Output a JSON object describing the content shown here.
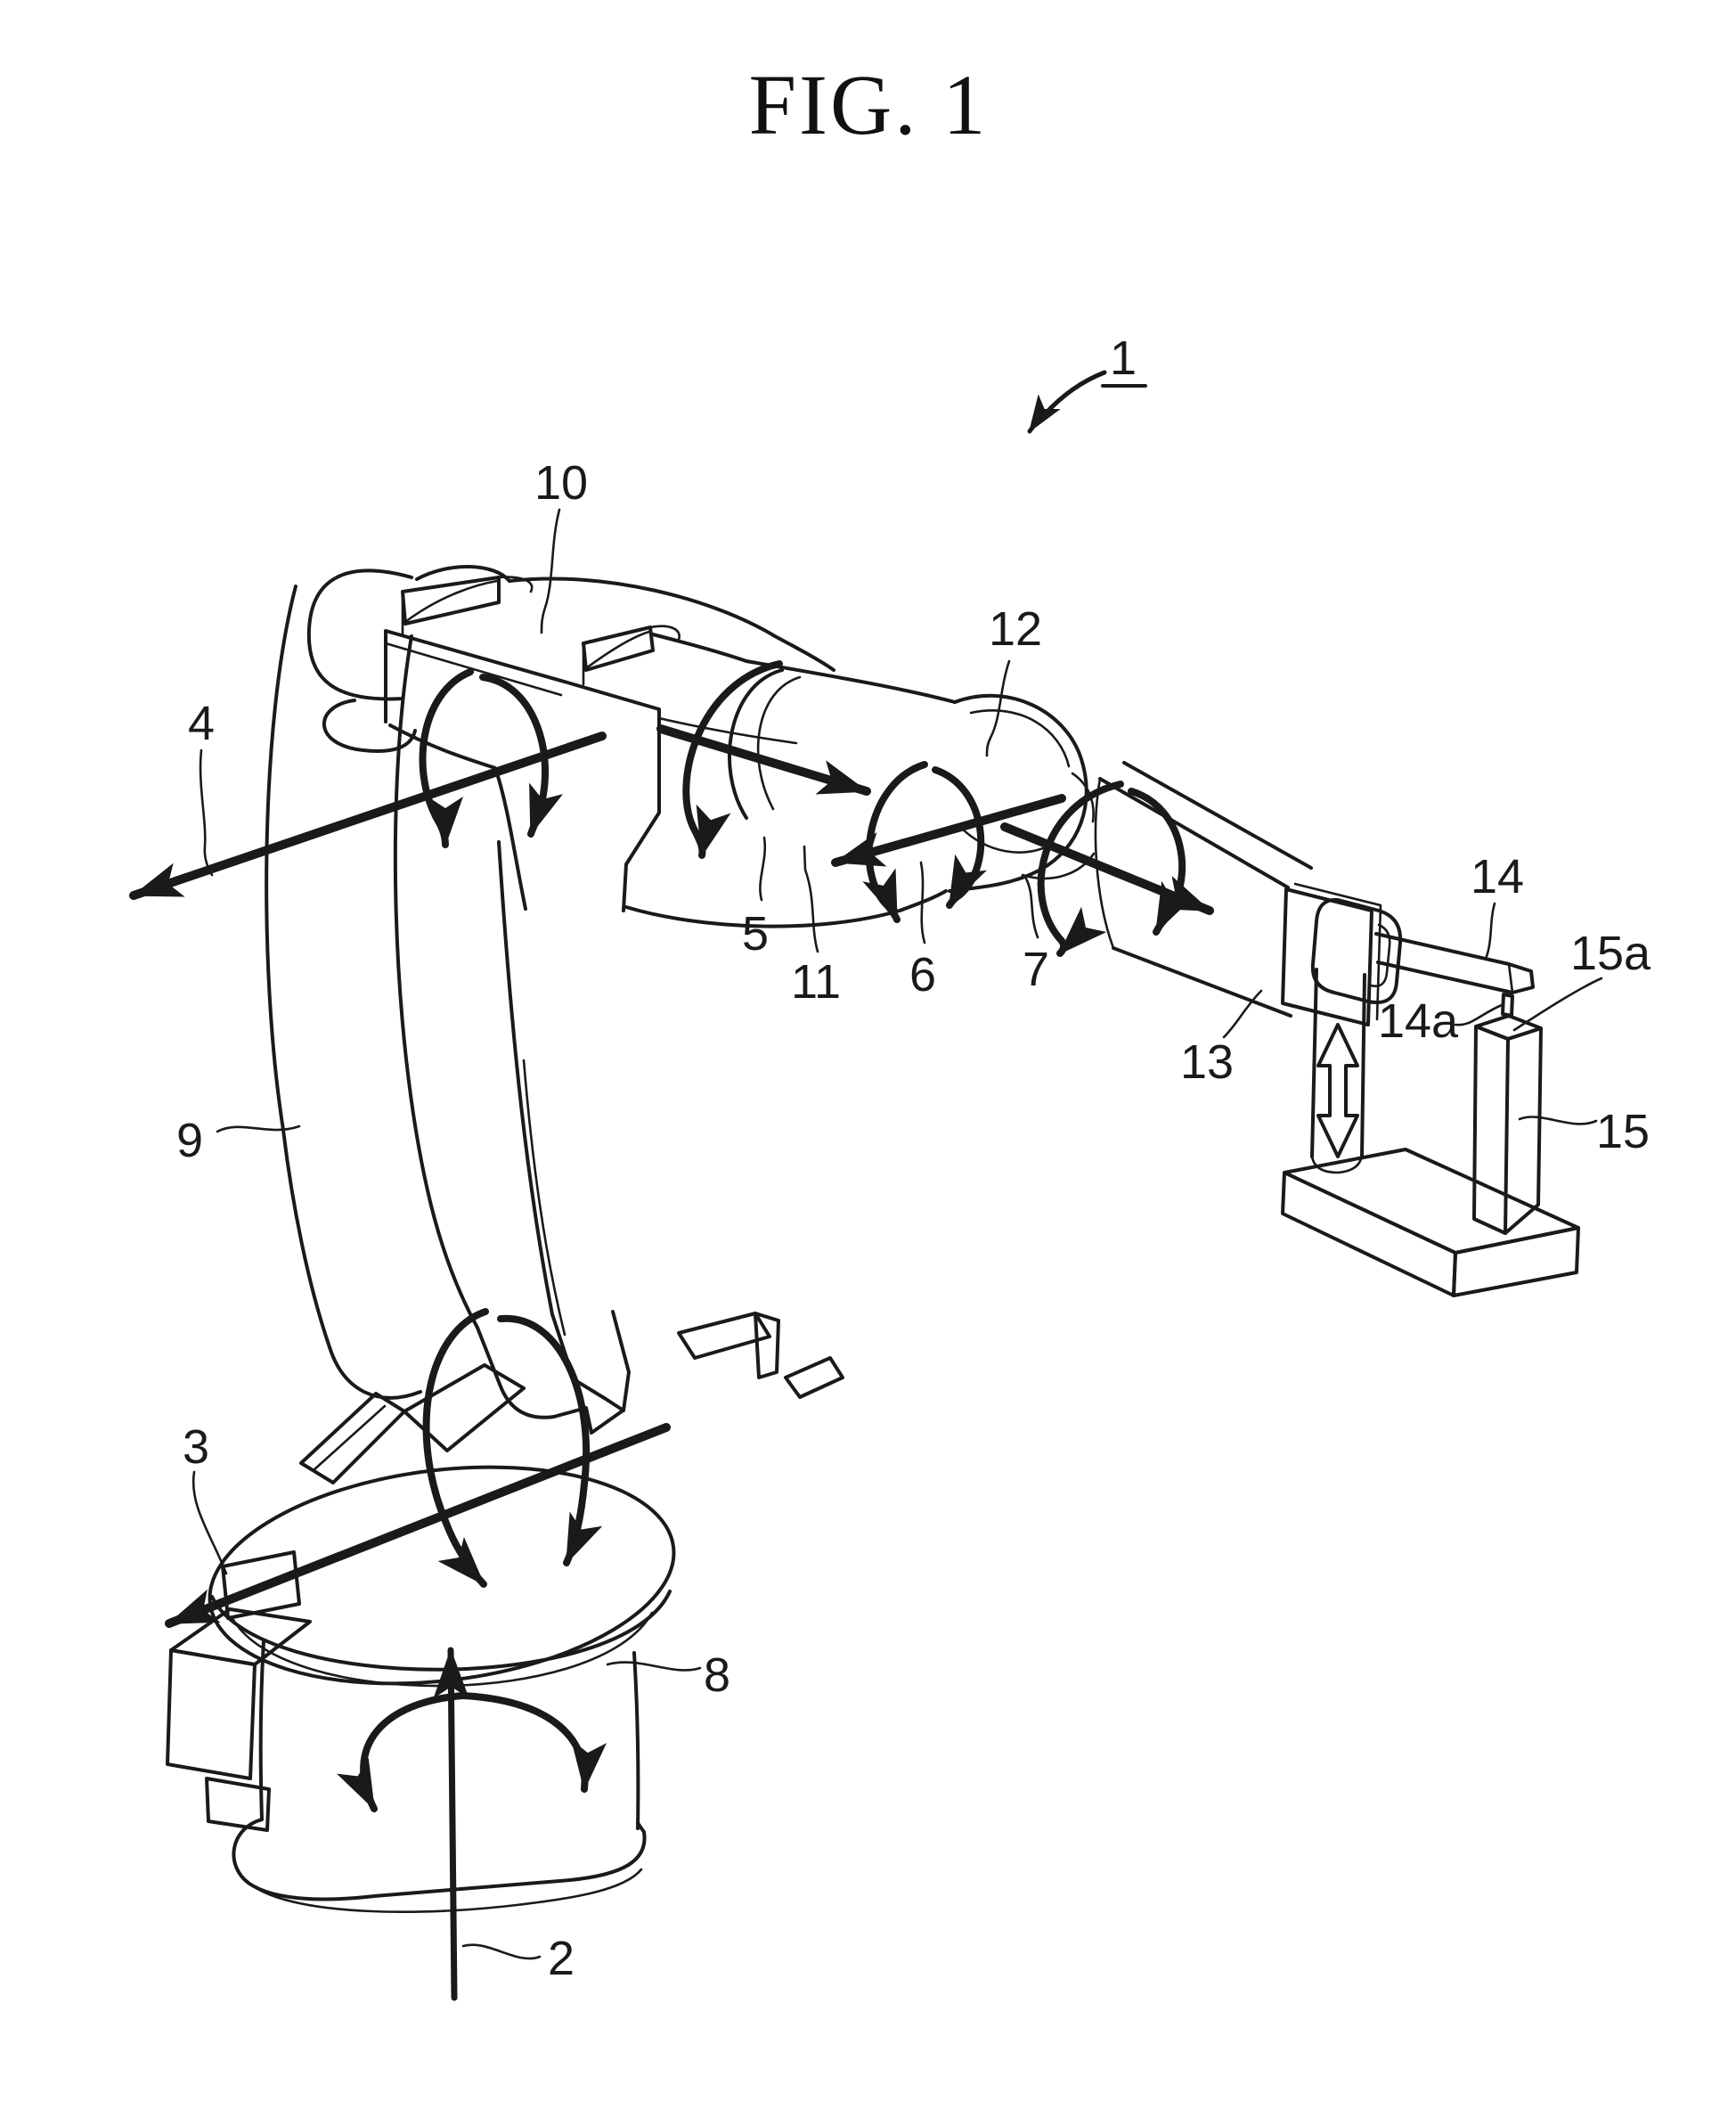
{
  "page": {
    "background": "#ffffff",
    "ink_color": "#1a1a1a",
    "kind": "patent-line-drawing"
  },
  "figure": {
    "title": "FIG. 1",
    "labels": {
      "l1": "1",
      "l2": "2",
      "l3": "3",
      "l4": "4",
      "l5": "5",
      "l6": "6",
      "l7": "7",
      "l8": "8",
      "l9": "9",
      "l10": "10",
      "l11": "11",
      "l12": "12",
      "l13": "13",
      "l14": "14",
      "l14a": "14a",
      "l15": "15",
      "l15a": "15a"
    }
  }
}
